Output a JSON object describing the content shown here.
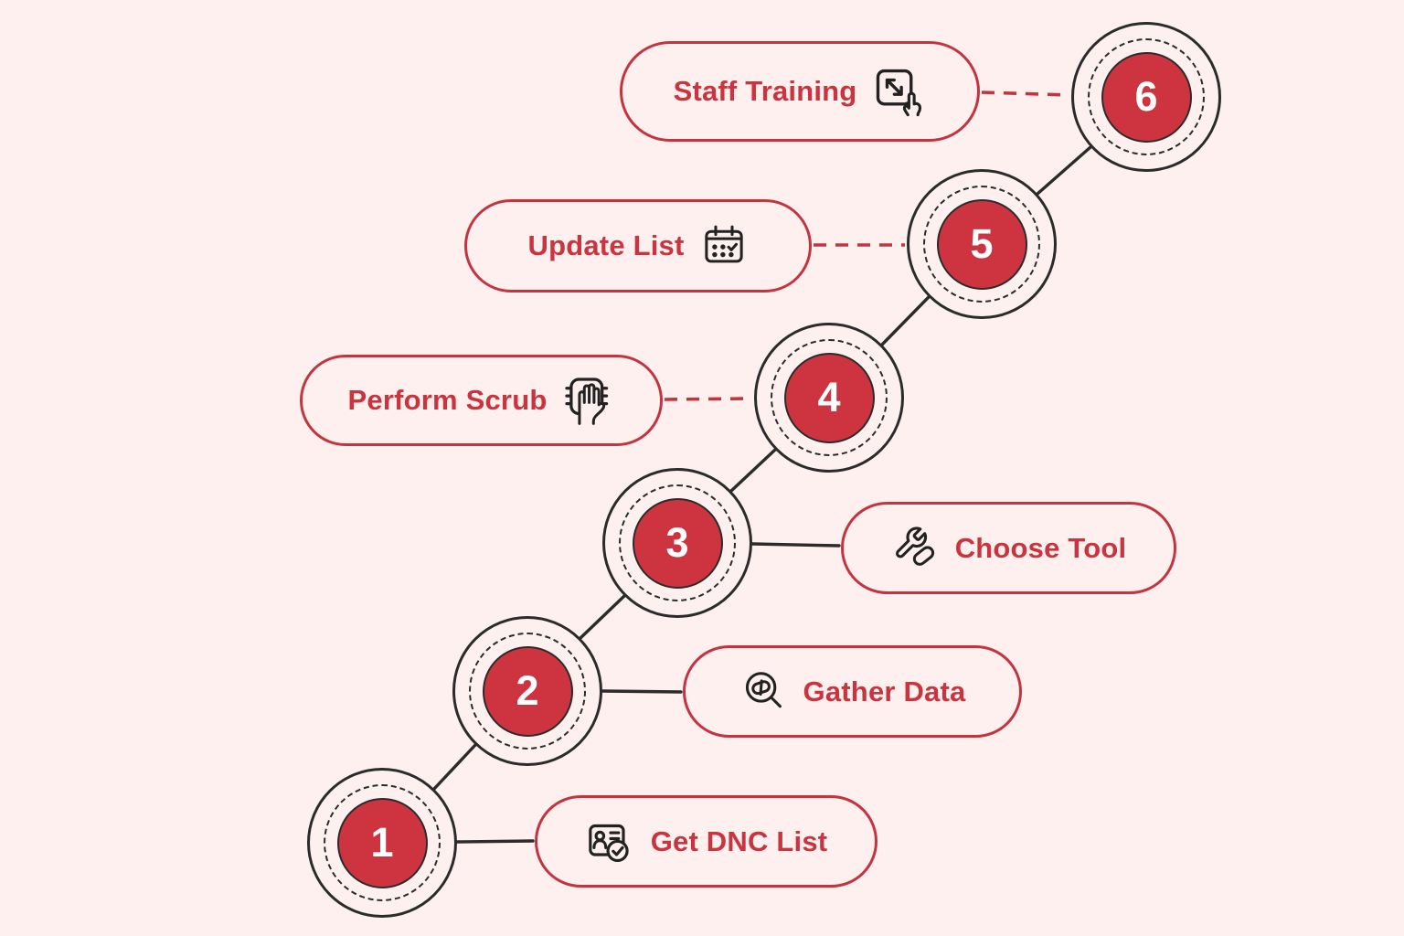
{
  "diagram": {
    "type": "stepped-process-infographic",
    "step_count": 6,
    "colors": {
      "background": "#fdf0ee",
      "accent_red": "#c43440",
      "circle_fill": "#ce3440",
      "outline_black": "#2b2b2b",
      "number_text": "#ffffff",
      "label_text": "#c9343f"
    },
    "steps": [
      {
        "number": "1",
        "label": "Get DNC List",
        "icon": "id-card-check-icon",
        "label_side": "right",
        "connector_to_label": "solid-black"
      },
      {
        "number": "2",
        "label": "Gather Data",
        "icon": "magnifier-data-icon",
        "label_side": "right",
        "connector_to_label": "solid-black"
      },
      {
        "number": "3",
        "label": "Choose Tool",
        "icon": "tools-icon",
        "label_side": "right",
        "connector_to_label": "solid-black"
      },
      {
        "number": "4",
        "label": "Perform Scrub",
        "icon": "scrub-hand-chip-icon",
        "label_side": "left",
        "connector_to_label": "dashed-red"
      },
      {
        "number": "5",
        "label": "Update List",
        "icon": "calendar-check-icon",
        "label_side": "left",
        "connector_to_label": "dashed-red"
      },
      {
        "number": "6",
        "label": "Staff Training",
        "icon": "interactive-training-icon",
        "label_side": "left",
        "connector_to_label": "dashed-red"
      }
    ]
  }
}
